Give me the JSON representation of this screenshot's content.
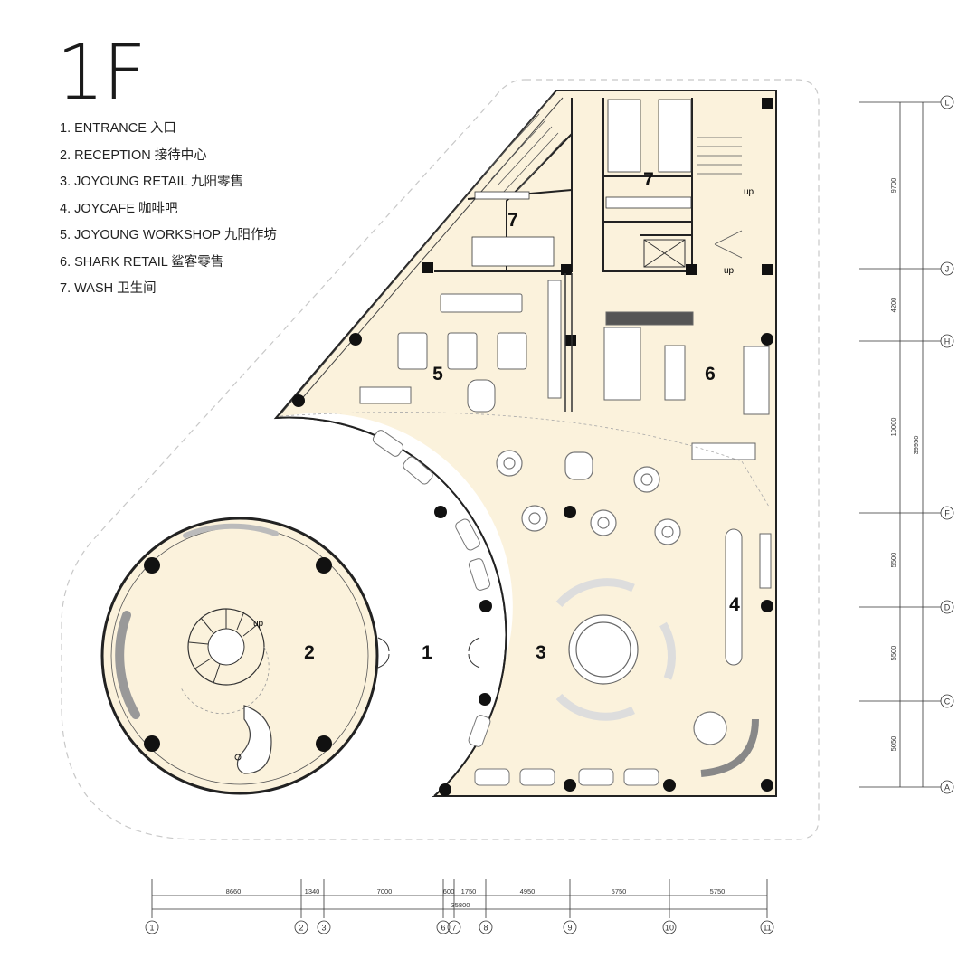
{
  "floor_label": "1F",
  "legend": [
    {
      "num": "1",
      "text": "1. ENTRANCE 入口"
    },
    {
      "num": "2",
      "text": "2. RECEPTION 接待中心"
    },
    {
      "num": "3",
      "text": "3. JOYOUNG RETAIL 九阳零售"
    },
    {
      "num": "4",
      "text": "4. JOYCAFE 咖啡吧"
    },
    {
      "num": "5",
      "text": "5. JOYOUNG WORKSHOP 九阳作坊"
    },
    {
      "num": "6",
      "text": "6. SHARK RETAIL 鲨客零售"
    },
    {
      "num": "7",
      "text": "7. WASH 卫生间"
    }
  ],
  "zone_numbers": {
    "entrance": "1",
    "reception": "2",
    "retail": "3",
    "cafe": "4",
    "workshop": "5",
    "shark": "6",
    "wash_upper": "7",
    "wash_lower": "7"
  },
  "stair_labels": {
    "stair_a": "up",
    "stair_b": "up",
    "spiral": "up"
  },
  "dimensions_horizontal": {
    "segments": [
      "8660",
      "1340",
      "7000",
      "600",
      "1750",
      "4950",
      "5750",
      "5750"
    ],
    "total": "35800"
  },
  "dimensions_vertical": {
    "segments": [
      "9700",
      "4200",
      "10000",
      "5500",
      "5500",
      "5050"
    ],
    "total": "39950"
  },
  "grid_axes_horizontal": [
    "1",
    "2",
    "3",
    "6",
    "7",
    "8",
    "9",
    "10",
    "11"
  ],
  "grid_axes_vertical": [
    "L",
    "J",
    "H",
    "F",
    "D",
    "C",
    "A"
  ],
  "colors": {
    "floor_fill": "#fbf2dc",
    "wall": "#222222",
    "column": "#111111",
    "site_outline": "#c8c8c8"
  }
}
